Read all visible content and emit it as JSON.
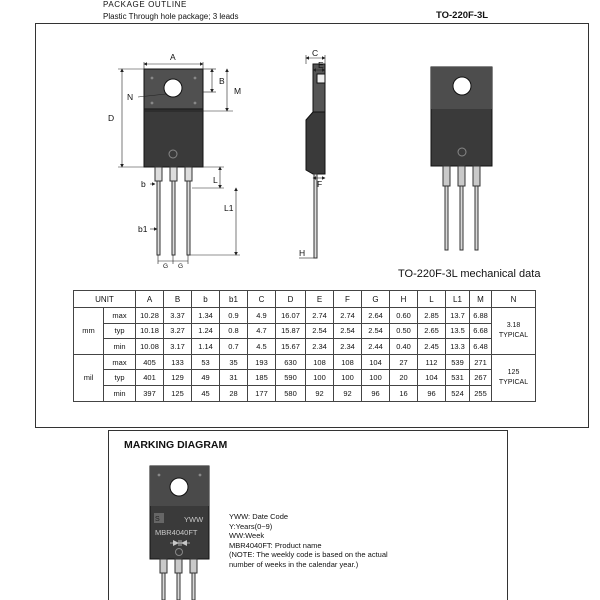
{
  "header": {
    "title": "PACKAGE  OUTLINE",
    "subtitle": "Plastic Through hole package; 3 leads",
    "package_name": "TO-220F-3L"
  },
  "caption": "TO-220F-3L mechanical data",
  "dimension_labels": {
    "A": "A",
    "B": "B",
    "M": "M",
    "N": "N",
    "D": "D",
    "L": "L",
    "L1": "L1",
    "b": "b",
    "b1": "b1",
    "G1": "G",
    "G2": "G",
    "C": "C",
    "E": "E",
    "F": "F",
    "H": "H"
  },
  "table": {
    "columns": [
      "UNIT",
      "A",
      "B",
      "b",
      "b1",
      "C",
      "D",
      "E",
      "F",
      "G",
      "H",
      "L",
      "L1",
      "M",
      "N"
    ],
    "groups": [
      {
        "unit": "mm",
        "note_line1": "3.18",
        "note_line2": "TYPICAL",
        "rows": [
          {
            "kind": "max",
            "values": [
              "10.28",
              "3.37",
              "1.34",
              "0.9",
              "4.9",
              "16.07",
              "2.74",
              "2.74",
              "2.64",
              "0.60",
              "2.85",
              "13.7",
              "6.88"
            ]
          },
          {
            "kind": "typ",
            "values": [
              "10.18",
              "3.27",
              "1.24",
              "0.8",
              "4.7",
              "15.87",
              "2.54",
              "2.54",
              "2.54",
              "0.50",
              "2.65",
              "13.5",
              "6.68"
            ]
          },
          {
            "kind": "min",
            "values": [
              "10.08",
              "3.17",
              "1.14",
              "0.7",
              "4.5",
              "15.67",
              "2.34",
              "2.34",
              "2.44",
              "0.40",
              "2.45",
              "13.3",
              "6.48"
            ]
          }
        ]
      },
      {
        "unit": "mil",
        "note_line1": "125",
        "note_line2": "TYPICAL",
        "rows": [
          {
            "kind": "max",
            "values": [
              "405",
              "133",
              "53",
              "35",
              "193",
              "630",
              "108",
              "108",
              "104",
              "27",
              "112",
              "539",
              "271"
            ]
          },
          {
            "kind": "typ",
            "values": [
              "401",
              "129",
              "49",
              "31",
              "185",
              "590",
              "100",
              "100",
              "100",
              "20",
              "104",
              "531",
              "267"
            ]
          },
          {
            "kind": "min",
            "values": [
              "397",
              "125",
              "45",
              "28",
              "177",
              "580",
              "92",
              "92",
              "96",
              "16",
              "96",
              "524",
              "255"
            ]
          }
        ]
      }
    ]
  },
  "marking": {
    "title": "MARKING DIAGRAM",
    "chip_code": "YWW",
    "chip_part": "MBR4040FT",
    "legend": [
      "YWW: Date Code",
      "Y:Years(0~9)",
      "WW:Week",
      "MBR4040FT: Product name",
      "(NOTE: The weekly code is based on the actual",
      "number of weeks in the calendar year.)"
    ]
  }
}
